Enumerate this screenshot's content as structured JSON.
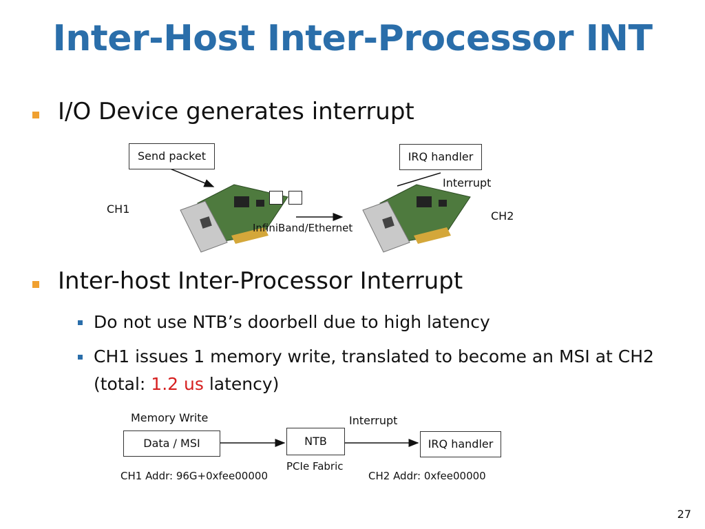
{
  "title": "Inter-Host Inter-Processor INT",
  "bullets": [
    {
      "text": "I/O Device generates interrupt"
    },
    {
      "text": "Inter-host Inter-Processor Interrupt"
    }
  ],
  "sub_bullets": [
    {
      "text": "Do not use NTB’s doorbell due to high latency"
    },
    {
      "text_before": "CH1 issues 1 memory write, translated to become an MSI at CH2 (total: ",
      "highlight": "1.2 us",
      "text_after": " latency)"
    }
  ],
  "diagram1": {
    "send_packet": "Send packet",
    "irq_handler": "IRQ handler",
    "interrupt": "Interrupt",
    "ch1": "CH1",
    "ch2": "CH2",
    "link": "InfiniBand/Ethernet"
  },
  "diagram2": {
    "memory_write": "Memory Write",
    "data_msi": "Data / MSI",
    "ntb": "NTB",
    "interrupt": "Interrupt",
    "irq_handler": "IRQ handler",
    "ch1_addr": "CH1 Addr: 96G+0xfee00000",
    "pcie_fabric": "PCIe Fabric",
    "ch2_addr": "CH2 Addr: 0xfee00000"
  },
  "page_number": "27",
  "colors": {
    "title": "#2a6eaa",
    "bullet": "#f0a030",
    "sub_bullet": "#2a6eaa",
    "highlight": "#d62020"
  }
}
